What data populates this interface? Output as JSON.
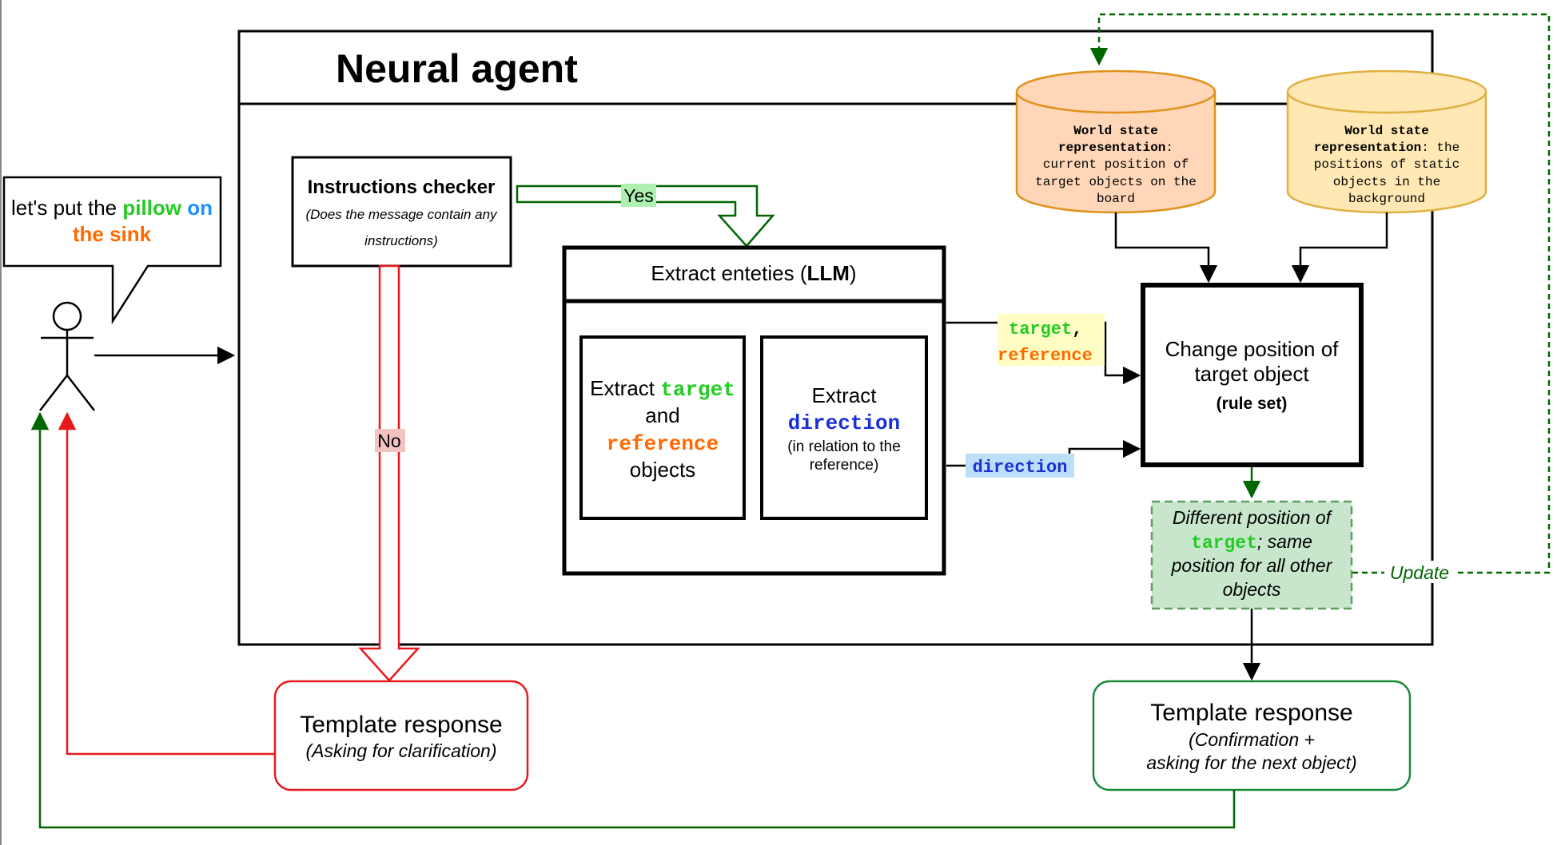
{
  "agent": {
    "title": "Neural agent"
  },
  "speech": {
    "prefix": "let's put the ",
    "target": "pillow",
    "relation": "on",
    "reference": "the sink"
  },
  "checker": {
    "title": "Instructions checker",
    "subtitle_line1": "(Does the message contain any",
    "subtitle_line2": "instructions)"
  },
  "edges": {
    "yes": "Yes",
    "no": "No",
    "update": "Update"
  },
  "extract": {
    "header_prefix": "Extract enteties (",
    "header_llm": "LLM",
    "header_suffix": ")",
    "left": {
      "line1": "Extract ",
      "target": "target",
      "line2": "and",
      "reference": "reference",
      "line4": "objects"
    },
    "right": {
      "line1": "Extract",
      "direction": "direction",
      "note1": "(in relation to the",
      "note2": "reference)"
    }
  },
  "outputs": {
    "target": "target",
    "comma": ",",
    "reference": "reference",
    "direction": "direction"
  },
  "change": {
    "line1": "Change position of",
    "line2": "target object",
    "line3": "(rule set)"
  },
  "db_dynamic": {
    "bold1": "World state",
    "bold2": "representation",
    "colon": ":",
    "line3": "current position of",
    "line4": "target objects on the",
    "line5": "board"
  },
  "db_static": {
    "bold1": "World state",
    "bold2": "representation",
    "rest2": ": the",
    "line3": "positions of static",
    "line4": "objects in the",
    "line5": "background"
  },
  "result": {
    "line1": "Different position of",
    "target": "target",
    "rest2": "; same",
    "line3": "position for all other",
    "line4": "objects"
  },
  "response_clarify": {
    "title": "Template response",
    "subtitle": "(Asking for clarification)"
  },
  "response_confirm": {
    "title": "Template response",
    "subtitle1": "(Confirmation +",
    "subtitle2": "asking for the next object)"
  },
  "colors": {
    "target": "#22cc22",
    "reference": "#ff6a00",
    "direction": "#1a2fd6",
    "relation": "#1e90ff",
    "no_path": "#e8181d",
    "yes_path": "#006600",
    "update_path": "#006600",
    "db_dynamic_fill": "#ffd6b8",
    "db_static_fill": "#ffe8b3"
  }
}
